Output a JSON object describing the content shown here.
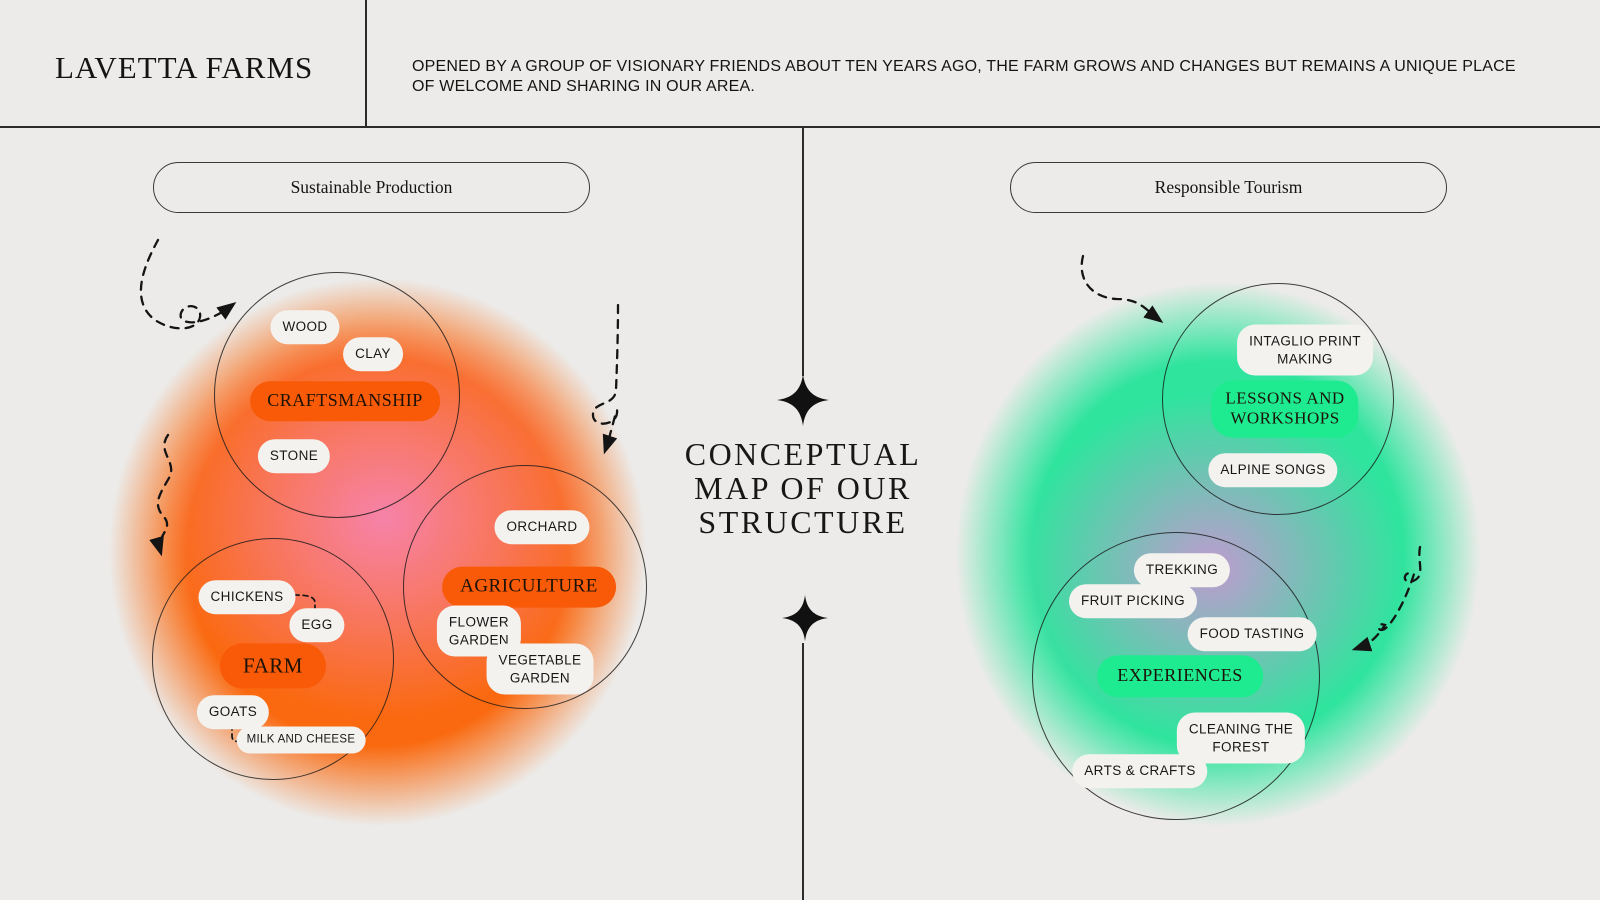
{
  "header": {
    "brand": "LAVETTA FARMS",
    "description": "OPENED BY A GROUP OF VISIONARY FRIENDS ABOUT TEN YEARS AGO, THE FARM GROWS AND CHANGES BUT REMAINS A UNIQUE PLACE\nOF WELCOME AND SHARING IN OUR AREA."
  },
  "title": {
    "text": "CONCEPTUAL\nMAP OF OUR\nSTRUCTURE"
  },
  "map": {
    "left": {
      "section_label": "Sustainable Production",
      "craftsmanship": {
        "topic": "CRAFTSMANSHIP",
        "wood": "WOOD",
        "clay": "CLAY",
        "stone": "STONE"
      },
      "agriculture": {
        "topic": "AGRICULTURE",
        "orchard": "ORCHARD",
        "flower_garden": "FLOWER\nGARDEN",
        "vegetable_garden": "VEGETABLE\nGARDEN"
      },
      "farm": {
        "topic": "FARM",
        "chickens": "CHICKENS",
        "egg": "EGG",
        "goats": "GOATS",
        "milk_and_cheese": "MILK AND CHEESE"
      }
    },
    "right": {
      "section_label": "Responsible Tourism",
      "lessons": {
        "topic": "LESSONS AND\nWORKSHOPS",
        "intaglio": "INTAGLIO PRINT\nMAKING",
        "alpine_songs": "ALPINE SONGS"
      },
      "experiences": {
        "topic": "EXPERIENCES",
        "trekking": "TREKKING",
        "fruit_picking": "FRUIT PICKING",
        "food_tasting": "FOOD TASTING",
        "cleaning": "CLEANING THE\nFOREST",
        "arts_crafts": "ARTS & CRAFTS"
      }
    }
  },
  "colors": {
    "background": "#ECEBE9",
    "ink": "#181818",
    "accent_orange": "#F85A07",
    "accent_green": "#1EEB90",
    "blob_orange": "#FA690F",
    "blob_green": "#2FE49D",
    "blob_pink": "#F684B1",
    "blob_violet": "#D88ED8",
    "pill_bg": "#F4F2EF"
  }
}
